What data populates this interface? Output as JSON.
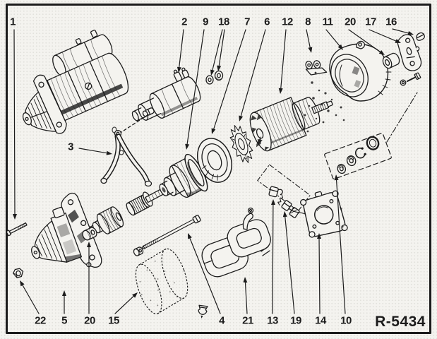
{
  "figure": {
    "ref_code": "R-5434"
  },
  "colors": {
    "ink": "#1c1c1c",
    "paper": "#f4f3ef"
  },
  "callouts": {
    "c1": "1",
    "c2": "2",
    "c3": "3",
    "c4": "4",
    "c5": "5",
    "c6": "6",
    "c7": "7",
    "c8": "8",
    "c9": "9",
    "c10": "10",
    "c11": "11",
    "c12": "12",
    "c13": "13",
    "c14": "14",
    "c15": "15",
    "c16": "16",
    "c17": "17",
    "c18": "18",
    "c19": "19",
    "c20_top": "20",
    "c20_bottom": "20",
    "c21": "21",
    "c22": "22"
  }
}
